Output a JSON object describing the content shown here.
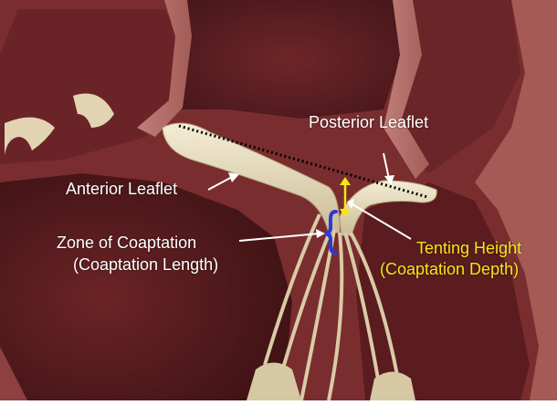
{
  "labels": {
    "posterior_leaflet": "Posterior Leaflet",
    "anterior_leaflet": "Anterior Leaflet",
    "zone_of_coaptation": "Zone of Coaptation",
    "coaptation_length": "(Coaptation Length)",
    "tenting_height": "Tenting Height",
    "coaptation_depth": "(Coaptation Depth)"
  },
  "colors": {
    "label_white": "#ffffff",
    "label_yellow": "#f5e617",
    "bracket_blue": "#2a3bd8",
    "tissue_dark": "#5a1d1f",
    "tissue_wall": "#b6716c",
    "leaflet_cream": "#e9dfc0"
  }
}
